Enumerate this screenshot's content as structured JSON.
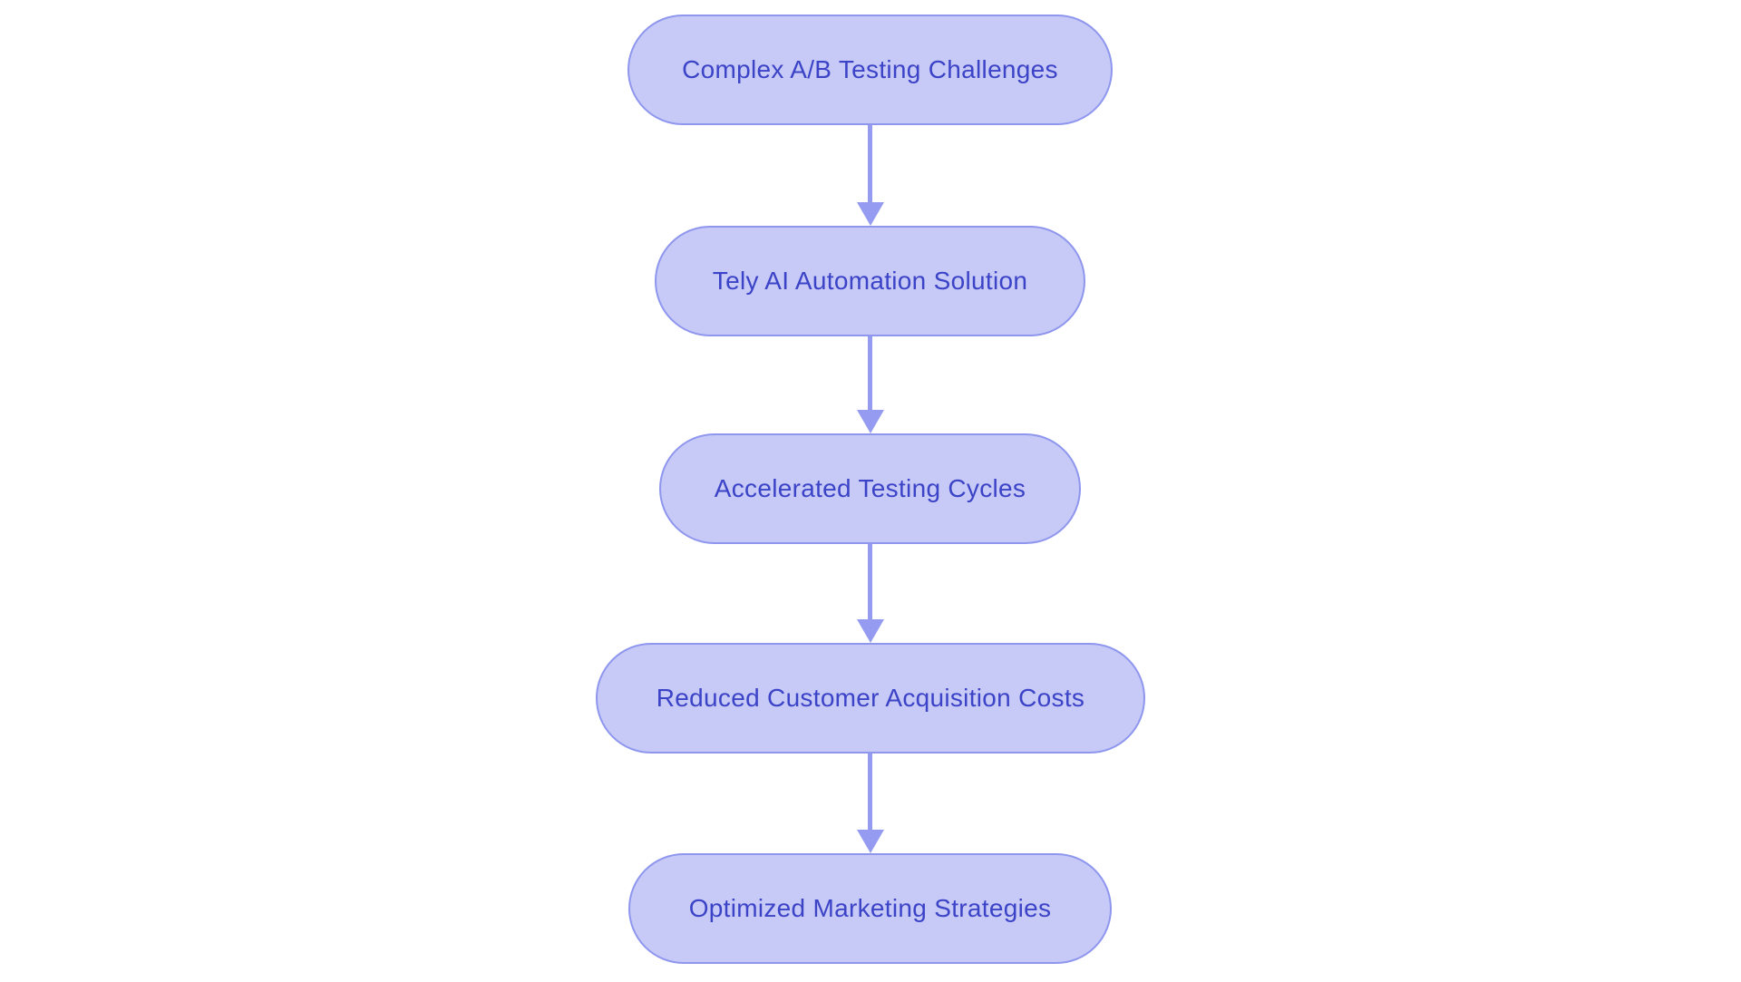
{
  "diagram": {
    "type": "flowchart",
    "direction": "top-down",
    "nodes": [
      {
        "id": "n1",
        "label": "Complex A/B Testing Challenges"
      },
      {
        "id": "n2",
        "label": "Tely AI Automation Solution"
      },
      {
        "id": "n3",
        "label": "Accelerated Testing Cycles"
      },
      {
        "id": "n4",
        "label": "Reduced Customer Acquisition Costs"
      },
      {
        "id": "n5",
        "label": "Optimized Marketing Strategies"
      }
    ],
    "edges": [
      {
        "from": "n1",
        "to": "n2"
      },
      {
        "from": "n2",
        "to": "n3"
      },
      {
        "from": "n3",
        "to": "n4"
      },
      {
        "from": "n4",
        "to": "n5"
      }
    ],
    "colors": {
      "node_fill": "#c7c9f7",
      "node_border": "#8e96ee",
      "node_text": "#3b43c7",
      "arrow": "#949bf0",
      "background": "#ffffff"
    }
  }
}
